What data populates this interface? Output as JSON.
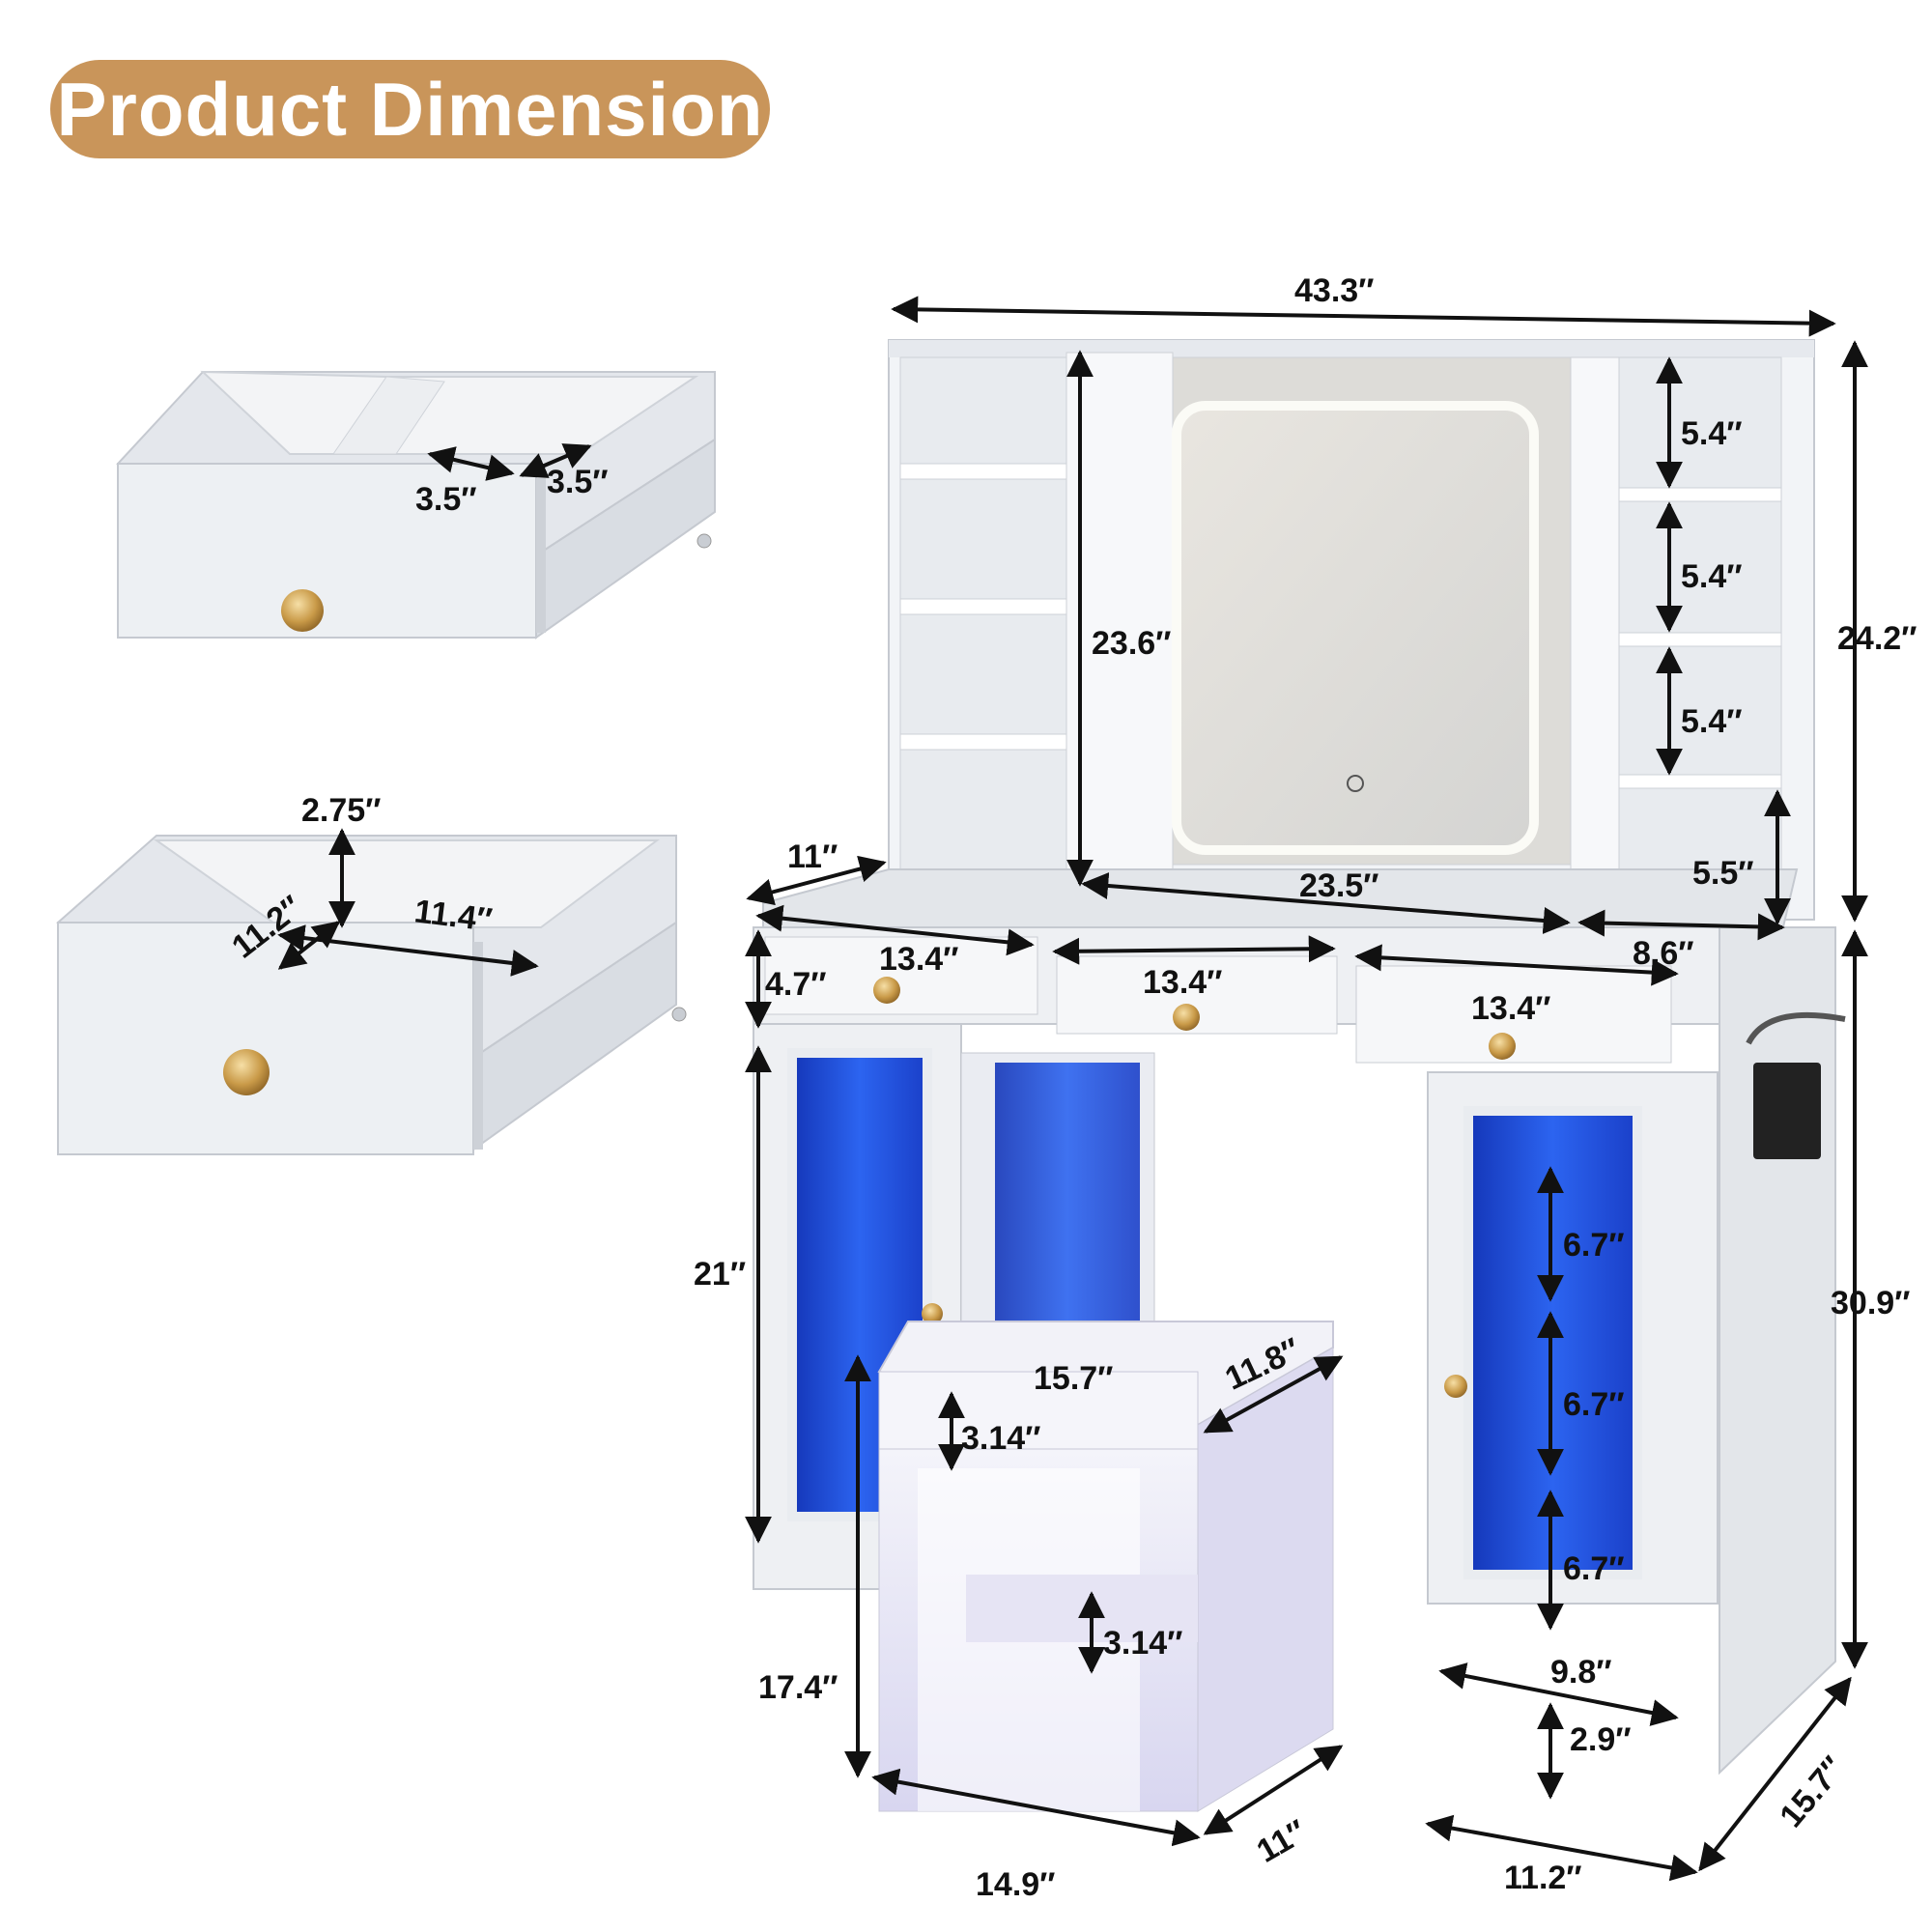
{
  "header": {
    "title": "Product Dimension"
  },
  "colors": {
    "accent": "#c9955a",
    "furniture": "#eef0f3",
    "led": "#1f4fe0",
    "arrow": "#111111"
  },
  "drawer_top": {
    "compartment_width": "3.5″",
    "compartment_depth": "3.5″"
  },
  "drawer_bottom": {
    "height": "2.75″",
    "depth": "11.2″",
    "width": "11.4″"
  },
  "hutch": {
    "overall_width": "43.3″",
    "height": "24.2″",
    "mirror_height": "23.6″",
    "mirror_width": "23.5″",
    "depth": "11″",
    "shelf_gaps": [
      "5.4″",
      "5.4″",
      "5.4″",
      "5.5″"
    ],
    "side_shelf_width": "8.6″"
  },
  "desk": {
    "drawer_widths": [
      "13.4″",
      "13.4″",
      "13.4″"
    ],
    "drawer_height": "4.7″",
    "cabinet_height": "21″",
    "total_height": "30.9″",
    "cabinet_shelf_gaps": [
      "6.7″",
      "6.7″",
      "6.7″"
    ],
    "cabinet_inner_width": "9.8″",
    "base_height": "2.9″",
    "cabinet_width": "11.2″",
    "depth": "15.7″"
  },
  "stool": {
    "width": "15.7″",
    "depth": "11.8″",
    "cushion_height": "3.14″",
    "height": "17.4″",
    "crossbar_height": "3.14″",
    "base_width": "14.9″",
    "base_depth": "11″"
  }
}
